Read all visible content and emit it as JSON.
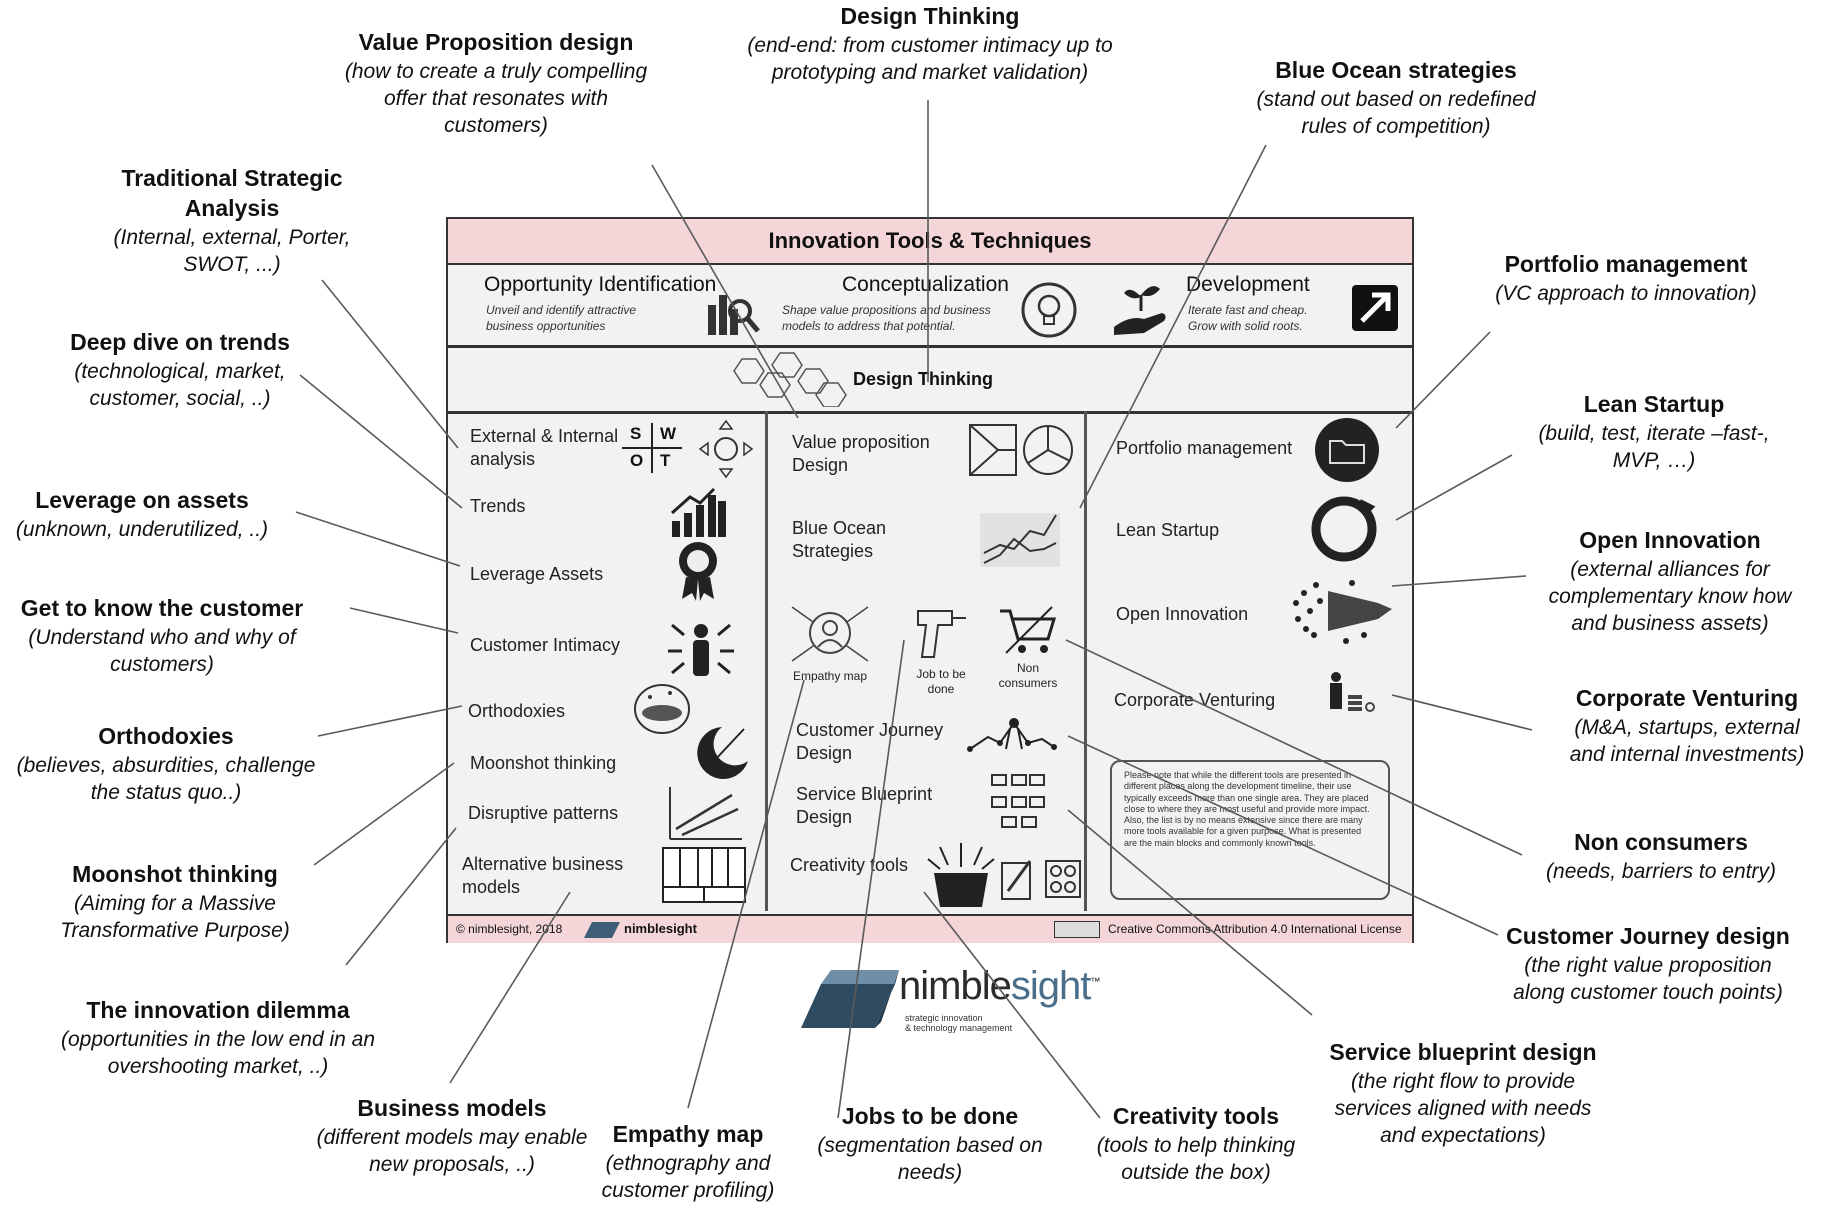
{
  "poster": {
    "title": "Innovation Tools & Techniques",
    "phases": [
      {
        "name": "Opportunity Identification",
        "desc": "Unveil and identify attractive business opportunities"
      },
      {
        "name": "Conceptualization",
        "desc": "Shape value propositions and business models to address that potential."
      },
      {
        "name": "Development",
        "desc": "Iterate fast and cheap. Grow with solid roots."
      }
    ],
    "design_thinking": "Design Thinking",
    "left_tools": [
      "External & Internal analysis",
      "Trends",
      "Leverage Assets",
      "Customer Intimacy",
      "Orthodoxies",
      "Moonshot thinking",
      "Disruptive patterns",
      "Alternative business models"
    ],
    "middle_tools": [
      "Value proposition Design",
      "Blue Ocean Strategies",
      "Customer Journey Design",
      "Service Blueprint Design",
      "Creativity tools"
    ],
    "middle_small": [
      "Empathy map",
      "Job to be done",
      "Non consumers"
    ],
    "right_tools": [
      "Portfolio management",
      "Lean Startup",
      "Open Innovation",
      "Corporate Venturing"
    ],
    "swot": [
      "S",
      "W",
      "O",
      "T"
    ],
    "note": "Please note that while the different tools are presented in different places along the development timeline, their use typically exceeds more than one single area. They are placed close to where they are most useful and provide more impact. Also, the list is by no means extensive since there are many more tools available for a given purpose. What is presented are the main blocks and commonly known tools.",
    "footer_left": "© nimblesight, 2018",
    "footer_logo": "nimblesight",
    "footer_right": "Creative Commons Attribution 4.0 International License"
  },
  "callouts": [
    {
      "title": "Design Thinking",
      "sub": "(end-end: from customer intimacy up to prototyping and market validation)"
    },
    {
      "title": "Value Proposition design",
      "sub": "(how to create a truly compelling offer that resonates with customers)"
    },
    {
      "title": "Blue Ocean strategies",
      "sub": "(stand out based on redefined rules of competition)"
    },
    {
      "title": "Traditional Strategic Analysis",
      "sub": "(Internal, external, Porter, SWOT, ...)"
    },
    {
      "title": "Portfolio management",
      "sub": "(VC approach to innovation)"
    },
    {
      "title": "Deep dive on trends",
      "sub": "(technological, market, customer, social, ..)"
    },
    {
      "title": "Lean Startup",
      "sub": "(build, test, iterate –fast-, MVP, …)"
    },
    {
      "title": "Leverage on assets",
      "sub": "(unknown, underutilized, ..)"
    },
    {
      "title": "Open Innovation",
      "sub": "(external alliances for complementary know how and business assets)"
    },
    {
      "title": "Get to know the customer",
      "sub": "(Understand who and why of customers)"
    },
    {
      "title": "Corporate Venturing",
      "sub": "(M&A, startups, external and internal investments)"
    },
    {
      "title": "Orthodoxies",
      "sub": "(believes, absurdities, challenge the status quo..)"
    },
    {
      "title": "Non consumers",
      "sub": "(needs, barriers to entry)"
    },
    {
      "title": "Moonshot thinking",
      "sub": "(Aiming for a Massive Transformative Purpose)"
    },
    {
      "title": "Customer Journey design",
      "sub": "(the right value proposition along customer touch points)"
    },
    {
      "title": "The innovation dilemma",
      "sub": "(opportunities in the low end in an overshooting market, ..)"
    },
    {
      "title": "Service blueprint design",
      "sub": "(the right flow to provide services aligned with needs and expectations)"
    },
    {
      "title": "Business models",
      "sub": "(different models may enable new proposals, ..)"
    },
    {
      "title": "Empathy map",
      "sub": "(ethnography and customer profiling)"
    },
    {
      "title": "Jobs to be done",
      "sub": "(segmentation based on needs)"
    },
    {
      "title": "Creativity tools",
      "sub": "(tools to help thinking outside the box)"
    }
  ],
  "logo": {
    "word_a": "nimble",
    "word_b": "sight",
    "tm": "™",
    "tag1": "strategic innovation",
    "tag2": "& technology management"
  }
}
